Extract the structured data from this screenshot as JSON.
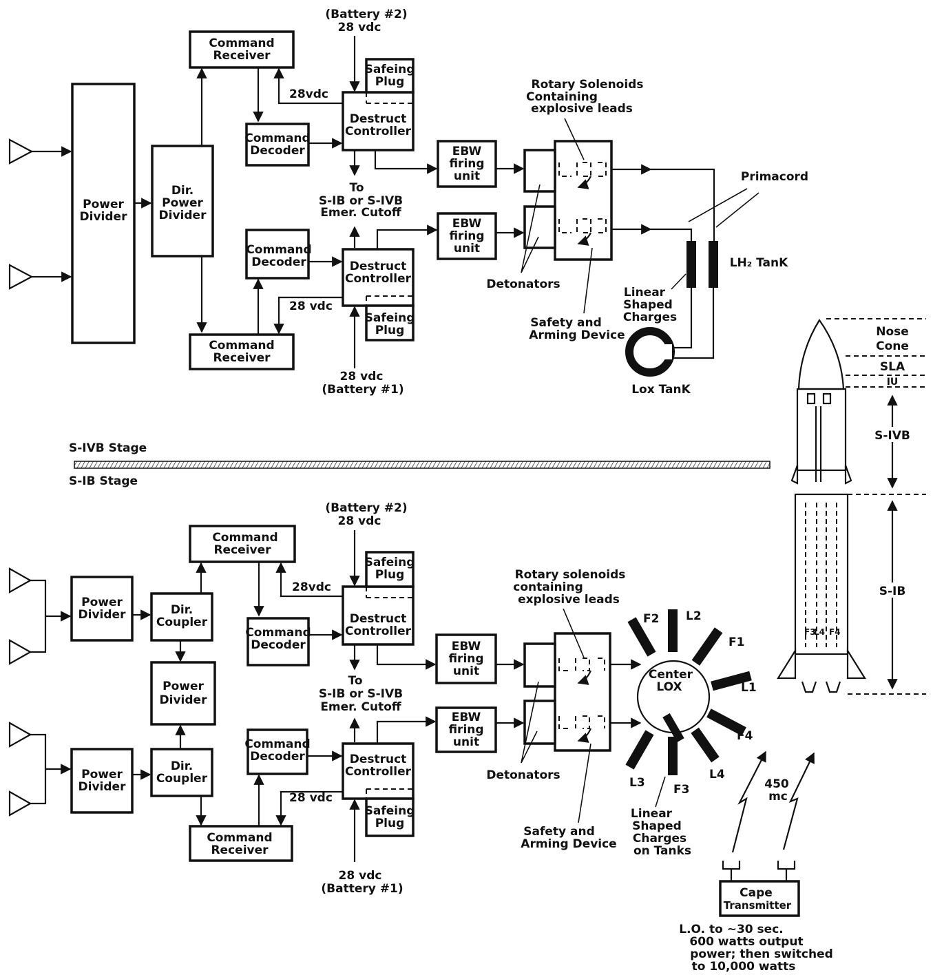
{
  "upper": {
    "battery2": "(Battery #2)",
    "v28_top": "28 vdc",
    "cmd_receiver_top": [
      "Command",
      "Receiver"
    ],
    "cmd_receiver_bot": [
      "Command",
      "Receiver"
    ],
    "power_divider": [
      "Power",
      "Divider"
    ],
    "dir_power_divider": [
      "Dir.",
      "Power",
      "Divider"
    ],
    "cmd_decoder_top": [
      "Command",
      "Decoder"
    ],
    "cmd_decoder_bot": [
      "Command",
      "Decoder"
    ],
    "safeing_top": [
      "Safeing",
      "Plug"
    ],
    "safeing_bot": [
      "Safeing",
      "Plug"
    ],
    "destruct_top": [
      "Destruct",
      "Controller"
    ],
    "destruct_bot": [
      "Destruct",
      "Controller"
    ],
    "v28_line_top": "28vdc",
    "v28_line_bot": "28 vdc",
    "to_cutoff": [
      "To",
      "S-IB or S-IVB",
      "Emer. Cutoff"
    ],
    "ebw_top": [
      "EBW",
      "firing",
      "unit"
    ],
    "ebw_bot": [
      "EBW",
      "firing",
      "unit"
    ],
    "rotary": [
      "Rotary Solenoids",
      "Containing",
      "explosive leads"
    ],
    "detonators": "Detonators",
    "safety_arming": [
      "Safety and",
      "Arming Device"
    ],
    "primacord": "Primacord",
    "lh2_tank": "LH₂ TanK",
    "linear_shaped": [
      "Linear",
      "Shaped",
      "Charges"
    ],
    "lox_tank": "Lox TanK",
    "v28_bottom": "28 vdc",
    "battery1": "(Battery #1)"
  },
  "stages": {
    "s_ivb": "S-IVB Stage",
    "s_ib": "S-IB Stage"
  },
  "rocket": {
    "nose_cone": [
      "Nose",
      "Cone"
    ],
    "sla": "SLA",
    "iu": "IU",
    "s_ivb": "S-IVB",
    "s_ib": "S-IB",
    "engine_labels": [
      "F3",
      "L4",
      "F4"
    ]
  },
  "lower": {
    "battery2": "(Battery #2)",
    "v28_top": "28 vdc",
    "cmd_receiver_top": [
      "Command",
      "Receiver"
    ],
    "cmd_receiver_bot": [
      "Command",
      "Receiver"
    ],
    "power_divider_1": [
      "Power",
      "Divider"
    ],
    "power_divider_2": [
      "Power",
      "Divider"
    ],
    "power_divider_mid": [
      "Power",
      "Divider"
    ],
    "dir_coupler_1": [
      "Dir.",
      "Coupler"
    ],
    "dir_coupler_2": [
      "Dir.",
      "Coupler"
    ],
    "cmd_decoder_top": [
      "Command",
      "Decoder"
    ],
    "cmd_decoder_bot": [
      "Command",
      "Decoder"
    ],
    "safeing_top": [
      "Safeing",
      "Plug"
    ],
    "safeing_bot": [
      "Safeing",
      "Plug"
    ],
    "destruct_top": [
      "Destruct",
      "Controller"
    ],
    "destruct_bot": [
      "Destruct",
      "Controller"
    ],
    "v28_line_top": "28vdc",
    "v28_line_bot": "28 vdc",
    "to_cutoff": [
      "To",
      "S-IB or S-IVB",
      "Emer. Cutoff"
    ],
    "ebw_top": [
      "EBW",
      "firing",
      "unit"
    ],
    "ebw_bot": [
      "EBW",
      "firing",
      "unit"
    ],
    "rotary": [
      "Rotary solenoids",
      "containing",
      "explosive leads"
    ],
    "detonators": "Detonators",
    "safety_arming": [
      "Safety and",
      "Arming Device"
    ],
    "center_lox": [
      "Center",
      "LOX"
    ],
    "tank_labels": [
      "F2",
      "L2",
      "F1",
      "L1",
      "F4",
      "L4",
      "F3",
      "L3"
    ],
    "linear_shaped": [
      "Linear",
      "Shaped",
      "Charges",
      "on Tanks"
    ],
    "freq": [
      "450",
      "mc"
    ],
    "cape_transmitter": [
      "Cape",
      "Transmitter"
    ],
    "transmitter_note": [
      "L.O. to ~30 sec.",
      "600 watts output",
      "power; then switched",
      "to 10,000 watts"
    ],
    "v28_bottom": "28 vdc",
    "battery1": "(Battery #1)"
  }
}
